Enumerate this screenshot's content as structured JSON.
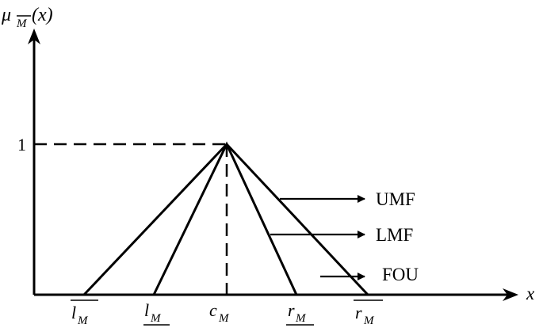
{
  "axes": {
    "y_symbol": "μ",
    "y_subscript": "M",
    "y_argument": "(x)",
    "x_label": "x"
  },
  "ticks": {
    "y_one": "1",
    "x": [
      {
        "symbol": "l",
        "subscript": "M"
      },
      {
        "symbol": "l",
        "subscript": "M"
      },
      {
        "symbol": "c",
        "subscript": "M"
      },
      {
        "symbol": "r",
        "subscript": "M"
      },
      {
        "symbol": "r",
        "subscript": "M"
      }
    ]
  },
  "legend": {
    "umf": "UMF",
    "lmf": "LMF",
    "fou": "FOU"
  }
}
